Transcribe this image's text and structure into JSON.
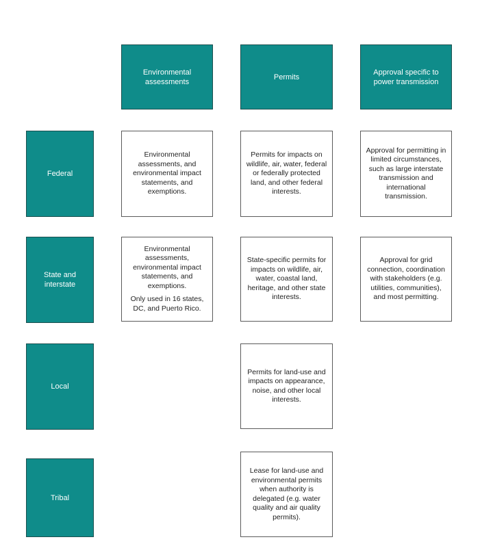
{
  "columns": {
    "environmental": "Environmental assessments",
    "permits": "Permits",
    "approval": "Approval specific to power transmission"
  },
  "rows": {
    "federal": "Federal",
    "state": "State and interstate",
    "local": "Local",
    "tribal": "Tribal"
  },
  "cells": {
    "federal": {
      "environmental": "Environmental assessments, and environmental impact statements, and exemptions.",
      "permits": "Permits for impacts on wildlife, air, water, federal or federally protected land, and other federal interests.",
      "approval": "Approval for permitting in limited circumstances, such as large interstate transmission and international transmission."
    },
    "state": {
      "environmental": "Environmental assessments, environmental impact statements, and exemptions.",
      "environmental_note": "Only used in 16 states, DC, and Puerto Rico.",
      "permits": "State-specific permits for impacts on wildlife, air, water, coastal land, heritage, and other state interests.",
      "approval": "Approval for grid connection, coordination with stakeholders (e.g. utilities, communities), and most permitting."
    },
    "local": {
      "permits": "Permits for land-use and impacts on appearance, noise, and other local interests."
    },
    "tribal": {
      "permits": "Lease for land-use and environmental permits when authority is delegated (e.g. water quality and air quality permits)."
    }
  },
  "colors": {
    "header_fill": "#0f8c8a",
    "header_text": "#ffffff",
    "cell_border": "#5a5a5a"
  }
}
